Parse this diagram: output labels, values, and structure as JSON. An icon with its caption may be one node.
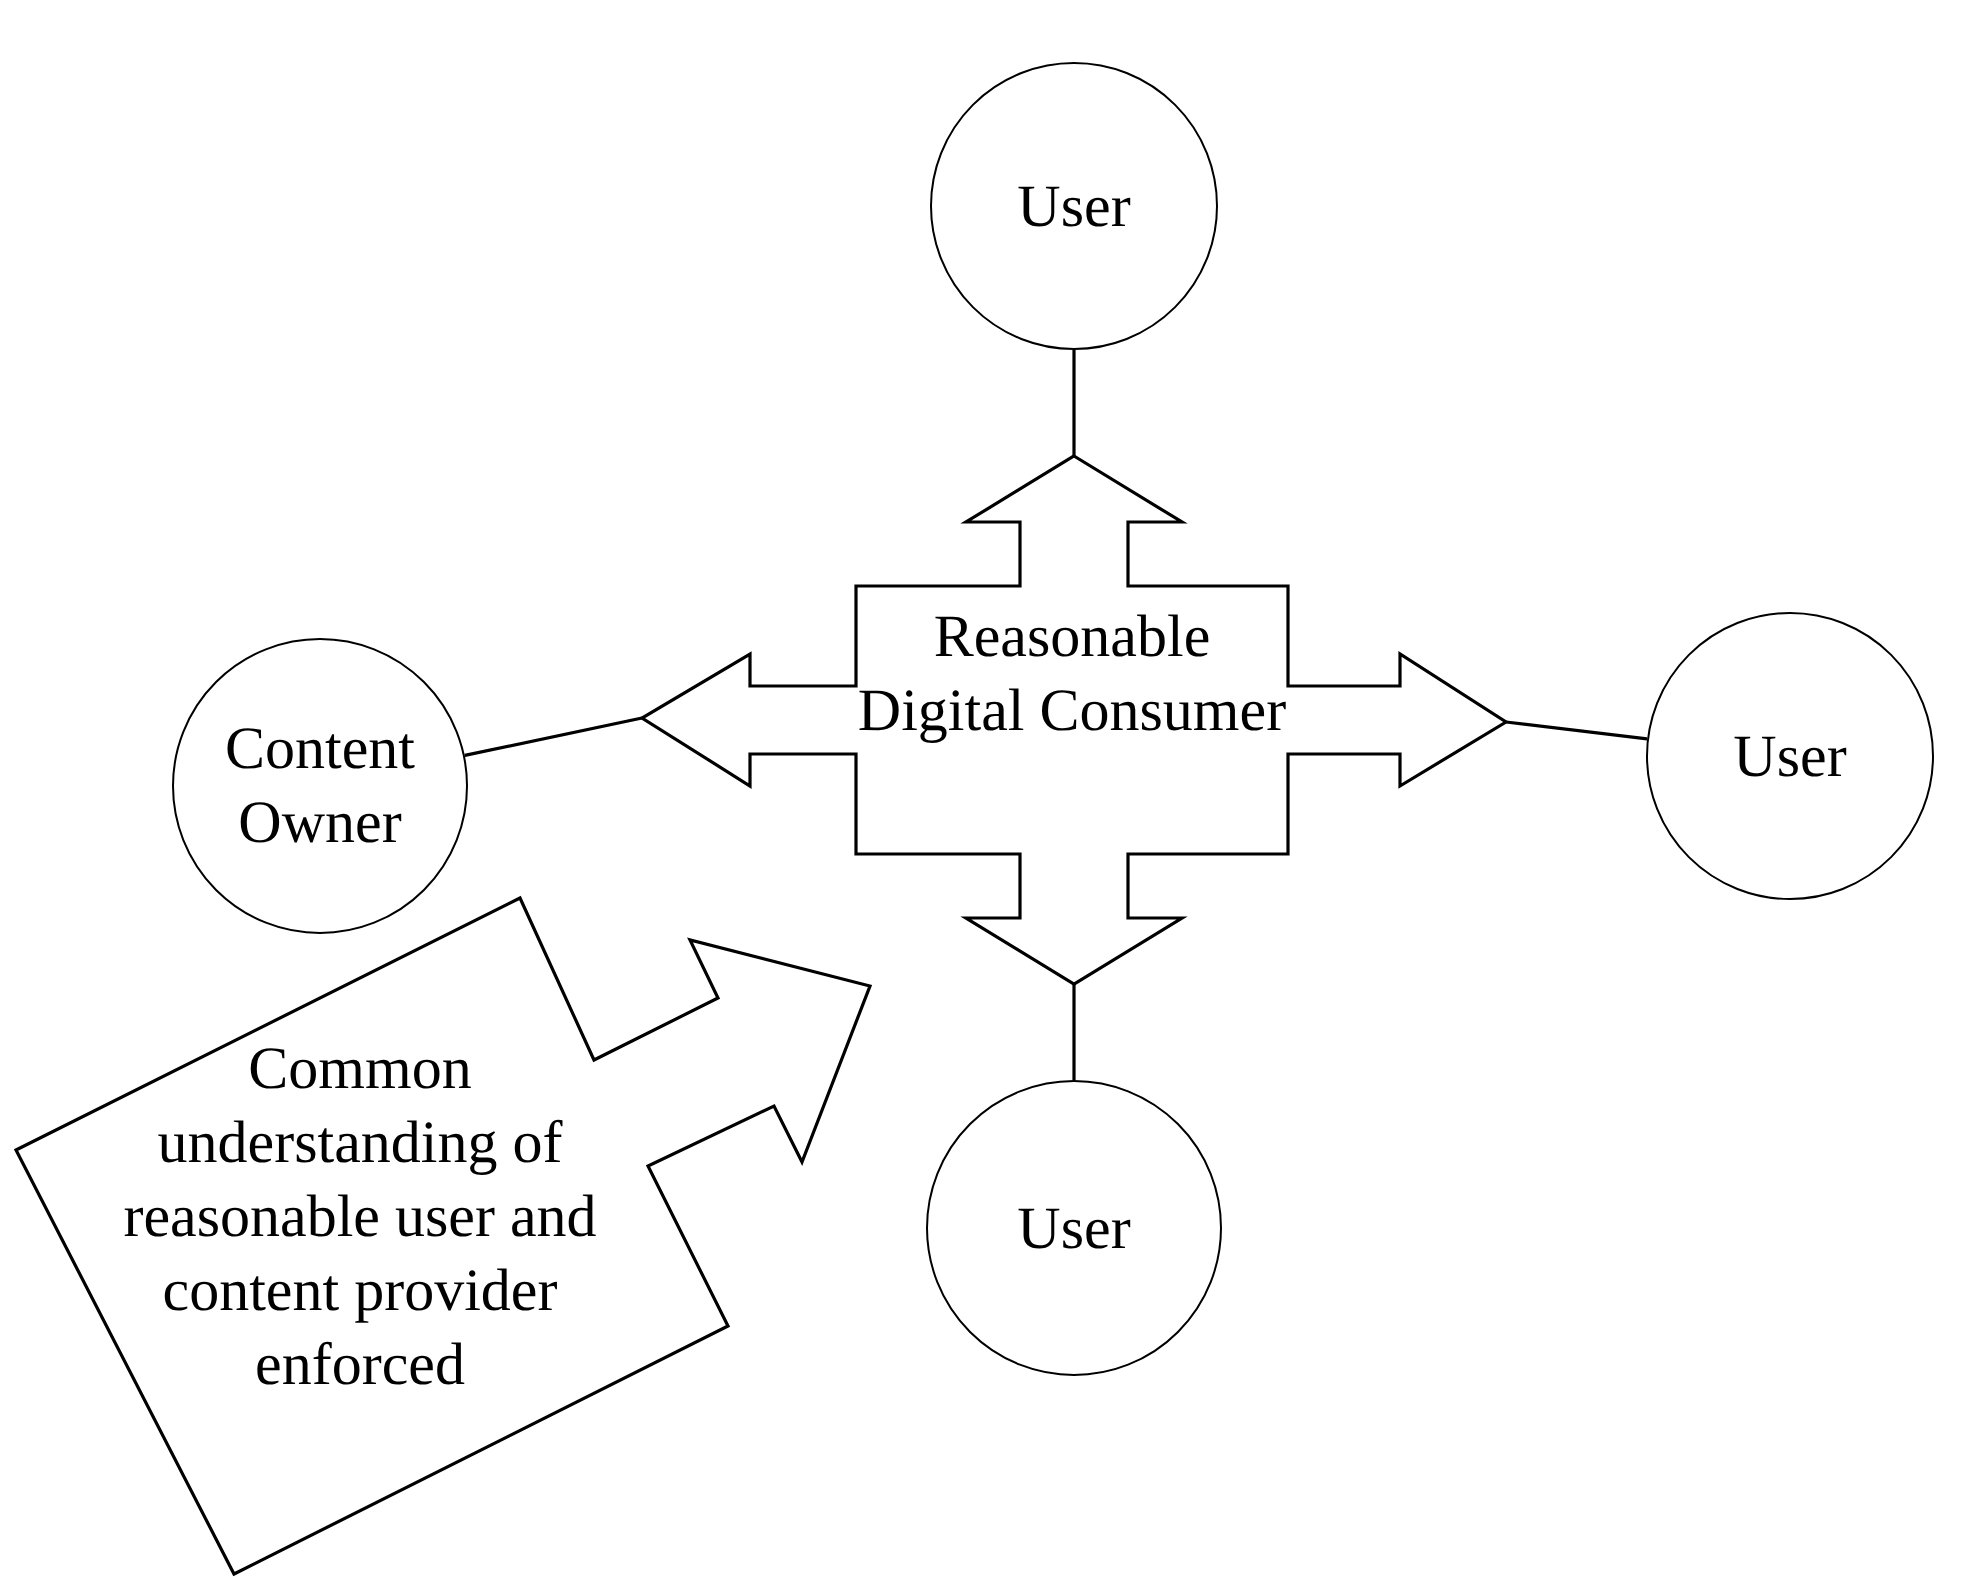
{
  "diagram": {
    "nodes": [
      {
        "text": [
          "User"
        ]
      },
      {
        "text": [
          "Reasonable Digital Consumer"
        ]
      },
      {
        "text": [
          "Content Owner"
        ]
      },
      {
        "text": [
          "User"
        ]
      },
      {
        "text": [
          "User"
        ]
      },
      {
        "text": [
          "Common understanding of reasonable user and content provider enforced"
        ]
      }
    ],
    "edges": [
      {
        "from": 1,
        "to": 0,
        "arrow": "none"
      },
      {
        "from": 1,
        "to": 2,
        "arrow": "none"
      },
      {
        "from": 1,
        "to": 3,
        "arrow": "none"
      },
      {
        "from": 1,
        "to": 4,
        "arrow": "none"
      }
    ]
  }
}
